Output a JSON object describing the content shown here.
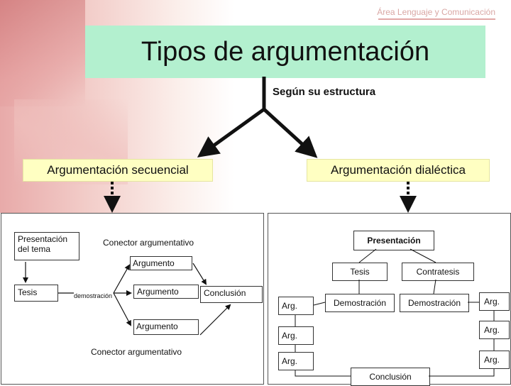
{
  "header": {
    "label": "Área Lenguaje y Comunicación"
  },
  "title": "Tipos de argumentación",
  "subtitle": "Según su estructura",
  "branches": {
    "left": "Argumentación secuencial",
    "right": "Argumentación dialéctica"
  },
  "sequential": {
    "presentation": "Presentación del tema",
    "connector_top": "Conector  argumentativo",
    "arg_top": "Argumento",
    "thesis": "Tesis",
    "demonstration": "demostración",
    "arg_mid": "Argumento",
    "conclusion": "Conclusión",
    "arg_bottom": "Argumento",
    "connector_bottom": "Conector  argumentativo"
  },
  "dialectic": {
    "presentation": "Presentación",
    "thesis": "Tesis",
    "antithesis": "Contratesis",
    "demo_left": "Demostración",
    "demo_right": "Demostración",
    "arg_l1": "Arg.",
    "arg_l2": "Arg.",
    "arg_l3": "Arg.",
    "arg_r1": "Arg.",
    "arg_r2": "Arg.",
    "arg_r3": "Arg.",
    "conclusion": "Conclusión"
  },
  "colors": {
    "title_bg": "#b3f0cf",
    "branch_bg": "#ffffc2",
    "header_text": "#d9a7a4"
  }
}
